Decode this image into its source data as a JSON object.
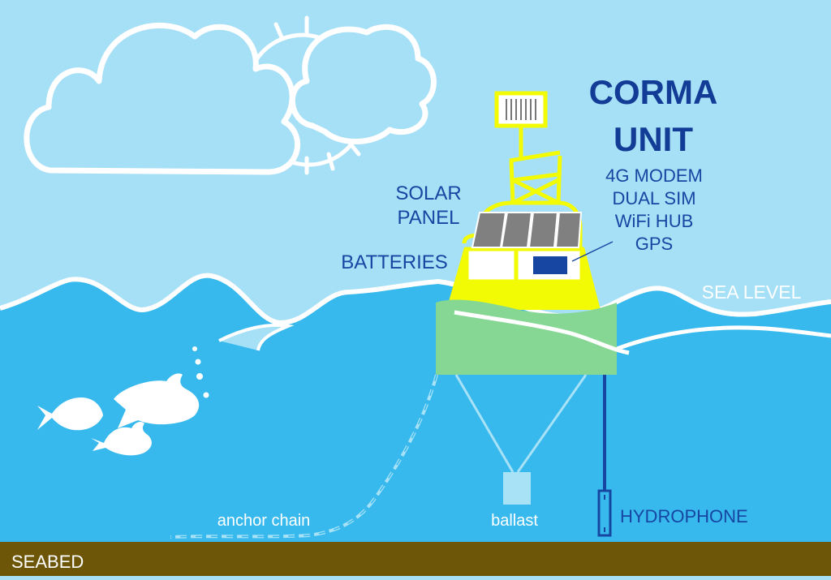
{
  "title": {
    "line1": "CORMA",
    "line2": "UNIT"
  },
  "unit_features": [
    "4G MODEM",
    "DUAL SIM",
    "WiFi HUB",
    "GPS"
  ],
  "labels": {
    "solar_line1": "SOLAR",
    "solar_line2": "PANEL",
    "batteries": "BATTERIES",
    "sea_level": "SEA LEVEL",
    "anchor_chain": "anchor chain",
    "ballast": "ballast",
    "hydrophone": "HYDROPHONE",
    "seabed": "SEABED"
  },
  "colors": {
    "sky": "#a6e0f7",
    "sea": "#37b9ee",
    "seabed": "#6e5608",
    "buoy_yellow": "#f2fb03",
    "float_green": "#86d794",
    "text_blue": "#1746a2",
    "title_blue": "#123c96"
  },
  "icons": [
    "cloud-icon",
    "sun-icon",
    "fish-icon",
    "bubble-icon",
    "solar-panel-icon",
    "battery-icon"
  ]
}
